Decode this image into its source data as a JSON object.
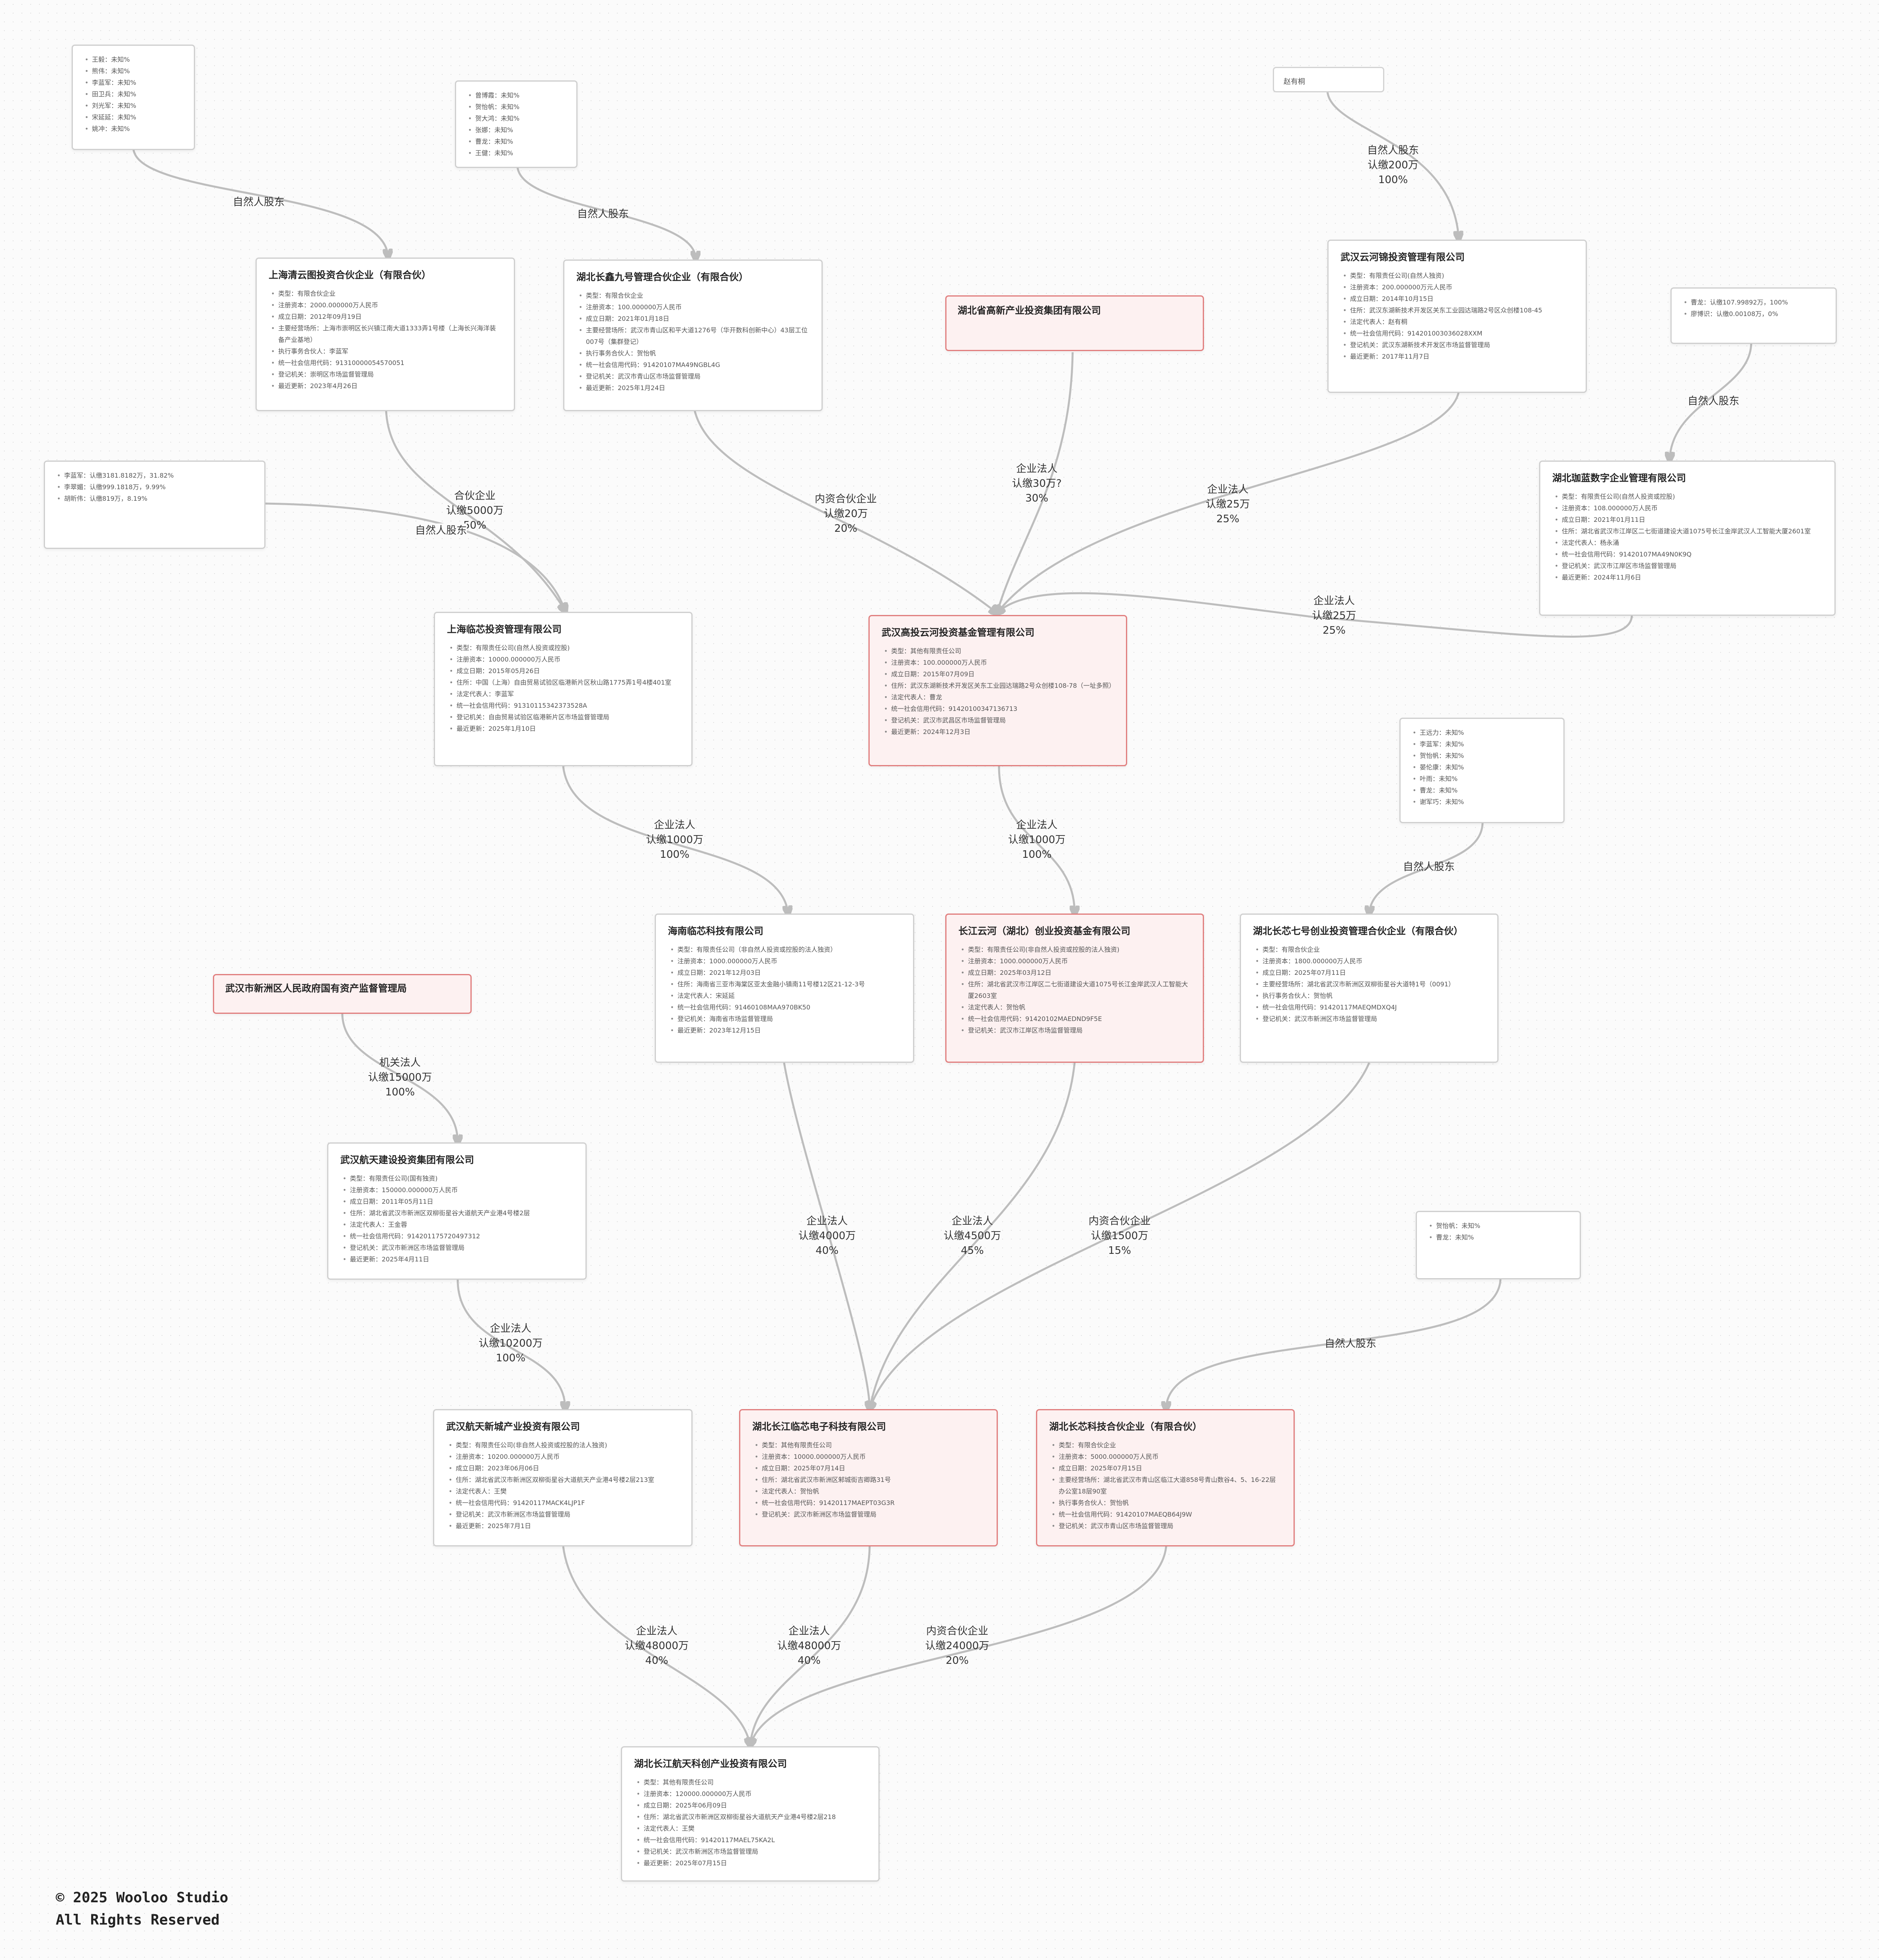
{
  "nodes": {
    "wuhan_yunhe_jinxiu": {
      "title": "武汉云河锦投资管理有限公司",
      "items": [
        "类型：有限责任公司(自然人独资)",
        "注册资本：200.000000万元人民币",
        "成立日期：2014年10月15日",
        "住所：武汉东湖新技术开发区关东工业园达瑞路2号区众创楼108-45",
        "法定代表人：赵有桐",
        "统一社会信用代码：914201003036028XXM",
        "登记机关：武汉东湖新技术开发区市场监督管理局",
        "最近更新：2017年11月7日"
      ]
    },
    "zhao_youtong": {
      "text": "赵有桐"
    },
    "hubei_gaoxin": {
      "title": "湖北省高新产业投资集团有限公司"
    },
    "jiaxian_shareholders": {
      "items": [
        "曹龙：认缴107.99892万，100%",
        "廖博识：认缴0.00108万，0%"
      ]
    },
    "hubei_jialan": {
      "title": "湖北珈蓝数字企业管理有限公司",
      "items": [
        "类型：有限责任公司(自然人投资或控股)",
        "注册资本：108.000000万人民币",
        "成立日期：2021年01月11日",
        "住所：湖北省武汉市江岸区二七街道建设大道1075号长江金岸武汉人工智能大厦2601室",
        "法定代表人：杨永涌",
        "统一社会信用代码：91420107MA49N0K9Q",
        "登记机关：武汉市江岸区市场监督管理局",
        "最近更新：2024年11月6日"
      ]
    },
    "qingyun_shareholders": {
      "items": [
        "王毅：未知%",
        "熊伟：未知%",
        "李蓝军：未知%",
        "田卫兵：未知%",
        "刘光军：未知%",
        "宋延延：未知%",
        "姚冲：未知%"
      ]
    },
    "jiuhao_shareholders": {
      "items": [
        "曾博霞：未知%",
        "贺怡帆：未知%",
        "贺大鸿：未知%",
        "张娜：未知%",
        "曹龙：未知%",
        "王健：未知%"
      ]
    },
    "shanghai_qingyun": {
      "title": "上海清云图投资合伙企业（有限合伙）",
      "items": [
        "类型：有限合伙企业",
        "注册资本：2000.000000万人民币",
        "成立日期：2012年09月19日",
        "主要经营场所：上海市崇明区长兴镇江南大道1333弄1号楼（上海长兴海洋装备产业基地）",
        "执行事务合伙人：李蓝军",
        "统一社会信用代码：91310000054570051",
        "登记机关：崇明区市场监督管理局",
        "最近更新：2023年4月26日"
      ]
    },
    "hubei_changxin_jiuhao": {
      "title": "湖北长鑫九号管理合伙企业（有限合伙）",
      "items": [
        "类型：有限合伙企业",
        "注册资本：100.000000万人民币",
        "成立日期：2021年01月18日",
        "主要经营场所：武汉市青山区和平大道1276号（华开数科创新中心）43层工位007号（集群登记）",
        "执行事务合伙人：贺怡帆",
        "统一社会信用代码：91420107MA49NGBL4G",
        "登记机关：武汉市青山区市场监督管理局",
        "最近更新：2025年1月24日"
      ]
    },
    "linxin_shareholders": {
      "items": [
        "李蓝军：认缴3181.8182万，31.82%",
        "李翠媚：认缴999.1818万，9.99%",
        "胡昕伟：认缴819万，8.19%"
      ]
    },
    "shanghai_linxin": {
      "title": "上海临芯投资管理有限公司",
      "items": [
        "类型：有限责任公司(自然人投资或控股)",
        "注册资本：10000.000000万人民币",
        "成立日期：2015年05月26日",
        "住所：中国（上海）自由贸易试验区临港新片区秋山路1775弄1号4楼401室",
        "法定代表人：李蓝军",
        "统一社会信用代码：91310115342373528A",
        "登记机关：自由贸易试验区临港新片区市场监督管理局",
        "最近更新：2025年1月10日"
      ]
    },
    "wuhan_gaotou": {
      "title": "武汉高投云河投资基金管理有限公司",
      "items": [
        "类型：其他有限责任公司",
        "注册资本：100.000000万人民币",
        "成立日期：2015年07月09日",
        "住所：武汉东湖新技术开发区关东工业园达瑞路2号众创楼108-78（一址多照）",
        "法定代表人：曹龙",
        "统一社会信用代码：9142010034713671​3",
        "登记机关：武汉市武昌区市场监督管理局",
        "最近更新：2024年12月3日"
      ]
    },
    "qihao_shareholders": {
      "items": [
        "王远力：未知%",
        "李蓝军：未知%",
        "贺怡帆：未知%",
        "晏伦康：未知%",
        "叶雨：未知%",
        "曹龙：未知%",
        "谢军巧：未知%"
      ]
    },
    "hainan_linxin": {
      "title": "海南临芯科技有限公司",
      "items": [
        "类型：有限责任公司（非自然人投资或控股的法人独资）",
        "注册资本：1000.000000万人民币",
        "成立日期：2021年12月03日",
        "住所：海南省三亚市海棠区亚太金融小镇南11号楼12区21-12-3号",
        "法定代表人：宋延延",
        "统一社会信用代码：91460108MAA970BK50",
        "登记机关：海南省市场监督管理局",
        "最近更新：2023年12月15日"
      ]
    },
    "changjiang_yunhe": {
      "title": "长江云河（湖北）创业投资基金有限公司",
      "items": [
        "类型：有限责任公司(非自然人投资或控股的法人独资)",
        "注册资本：1000.000000万人民币",
        "成立日期：2025年03月12日",
        "住所：湖北省武汉市江岸区二七街道建设大道1075号长江金岸武汉人工智能大厦2603室",
        "法定代表人：贺怡帆",
        "统一社会信用代码：91420102MAEDND9F5E",
        "登记机关：武汉市江岸区市场监督管理局"
      ]
    },
    "hubei_changxin_qihao": {
      "title": "湖北长芯七号创业投资管理合伙企业（有限合伙）",
      "items": [
        "类型：有限合伙企业",
        "注册资本：1800.000000万人民币",
        "成立日期：2025年07月11日",
        "主要经营场所：湖北省武汉市新洲区双柳街星谷大道特1号（0091）",
        "执行事务合伙人：贺怡帆",
        "统一社会信用代码：91420117MAEQMDXQ4J",
        "登记机关：武汉市新洲区市场监督管理局"
      ]
    },
    "xinzhou_sasac": {
      "title": "武汉市新洲区人民政府国有资产监督管理局"
    },
    "wuhan_hangtian_group": {
      "title": "武汉航天建设投资集团有限公司",
      "items": [
        "类型：有限责任公司(国有独资)",
        "注册资本：150000.000000万人民币",
        "成立日期：2011年05月11日",
        "住所：湖北省武汉市新洲区双柳街星谷大道航天产业港4号楼2层",
        "法定代表人：王金蓉",
        "统一社会信用代码：91420117572049731​2",
        "登记机关：武汉市新洲区市场监督管理局",
        "最近更新：2025年4月11日"
      ]
    },
    "changxin_hehuo_shareholders": {
      "items": [
        "贺怡帆：未知%",
        "曹龙：未知%"
      ]
    },
    "wuhan_hangtian_xincheng": {
      "title": "武汉航天新城产业投资有限公司",
      "items": [
        "类型：有限责任公司(非自然人投资或控股的法人独资)",
        "注册资本：10200.000000万人民币",
        "成立日期：2023年06月06日",
        "住所：湖北省武汉市新洲区双柳街星谷大道航天产业港4号楼2层213室",
        "法定代表人：王樊",
        "统一社会信用代码：91420117MACK4LJP1F",
        "登记机关：武汉市新洲区市场监督管理局",
        "最近更新：2025年7月1日"
      ]
    },
    "hubei_changjiang_linxin": {
      "title": "湖北长江临芯电子科技有限公司",
      "items": [
        "类型：其他有限责任公司",
        "注册资本：10000.000000万人民币",
        "成立日期：2025年07月14日",
        "住所：湖北省武汉市新洲区邾城街吉卿路31号",
        "法定代表人：贺怡帆",
        "统一社会信用代码：91420117MAEPT03G3R",
        "登记机关：武汉市新洲区市场监督管理局"
      ]
    },
    "hubei_changxin_hehuo": {
      "title": "湖北长芯科技合伙企业（有限合伙）",
      "items": [
        "类型：有限合伙企业",
        "注册资本：5000.000000万人民币",
        "成立日期：2025年07月15日",
        "主要经营场所：湖北省武汉市青山区临江大道858号青山数谷4、5、16-22层办公室18层90室",
        "执行事务合伙人：贺怡帆",
        "统一社会信用代码：91420107MAEQB64J9W",
        "登记机关：武汉市青山区市场监督管理局"
      ]
    },
    "hubei_changjiang_hangtian": {
      "title": "湖北长江航天科创产业投资有限公司",
      "items": [
        "类型：其他有限责任公司",
        "注册资本：120000.000000万人民币",
        "成立日期：2025年06月09日",
        "住所：湖北省武汉市新洲区双柳街星谷大道航天产业港4号楼2层218",
        "法定代表人：王樊",
        "统一社会信用代码：91420117MAEL75KA2L",
        "登记机关：武汉市新洲区市场监督管理局",
        "最近更新：2025年07月15日"
      ]
    }
  },
  "edges": {
    "e_zhao": [
      "自然人股东",
      "认缴200万",
      "100%"
    ],
    "e_jialan_sh": [
      "自然人股东"
    ],
    "e_qingyun_sh": [
      "自然人股东"
    ],
    "e_jiuhao_sh": [
      "自然人股东"
    ],
    "e_qingyun_linxin": [
      "合伙企业",
      "认缴5000万",
      "50%"
    ],
    "e_linxin_sh": [
      "自然人股东"
    ],
    "e_jiuhao_gaotou": [
      "内资合伙企业",
      "认缴20万",
      "20%"
    ],
    "e_gaoxin_gaotou": [
      "企业法人",
      "认缴30万?",
      "30%"
    ],
    "e_jinxiu_gaotou": [
      "企业法人",
      "认缴25万",
      "25%"
    ],
    "e_jialan_gaotou": [
      "企业法人",
      "认缴25万",
      "25%"
    ],
    "e_linxin_hainan": [
      "企业法人",
      "认缴1000万",
      "100%"
    ],
    "e_gaotou_changjiang": [
      "企业法人",
      "认缴1000万",
      "100%"
    ],
    "e_qihao_sh": [
      "自然人股东"
    ],
    "e_sasac_group": [
      "机关法人",
      "认缴15000万",
      "100%"
    ],
    "e_hainan_elec": [
      "企业法人",
      "认缴4000万",
      "40%"
    ],
    "e_changjiang_elec": [
      "企业法人",
      "认缴4500万",
      "45%"
    ],
    "e_qihao_elec": [
      "内资合伙企业",
      "认缴1500万",
      "15%"
    ],
    "e_group_xincheng": [
      "企业法人",
      "认缴10200万",
      "100%"
    ],
    "e_hehuo_sh": [
      "自然人股东"
    ],
    "e_xincheng_final": [
      "企业法人",
      "认缴48000万",
      "40%"
    ],
    "e_elec_final": [
      "企业法人",
      "认缴48000万",
      "40%"
    ],
    "e_hehuo_final": [
      "内资合伙企业",
      "认缴24000万",
      "20%"
    ]
  },
  "footer": {
    "line1": "© 2025 Wooloo Studio",
    "line2": "All Rights Reserved"
  },
  "colors": {
    "highlight_fill": "#fdf1f1",
    "highlight_border": "#e17e7e",
    "edge": "#bdbdbd"
  }
}
